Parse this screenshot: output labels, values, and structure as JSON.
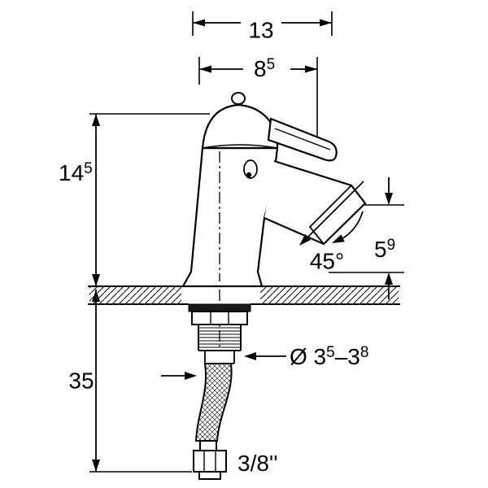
{
  "drawing_type": "faucet-installation-dimension-drawing",
  "colors": {
    "line": "#000000",
    "background": "#ffffff"
  },
  "dims": {
    "total_width": {
      "base": "13"
    },
    "spout_reach": {
      "base": "8",
      "sup": "5"
    },
    "height_above_deck": {
      "base": "14",
      "sup": "5"
    },
    "length_below_deck": {
      "base": "35"
    },
    "outlet_height": {
      "base": "5",
      "sup": "9"
    },
    "spout_angle": {
      "base": "45°"
    },
    "hole_diameter": {
      "p1": "Ø 3",
      "sup1": "5",
      "p2": "–3",
      "sup2": "8"
    },
    "hose_connection": {
      "base": "3/8''"
    }
  }
}
